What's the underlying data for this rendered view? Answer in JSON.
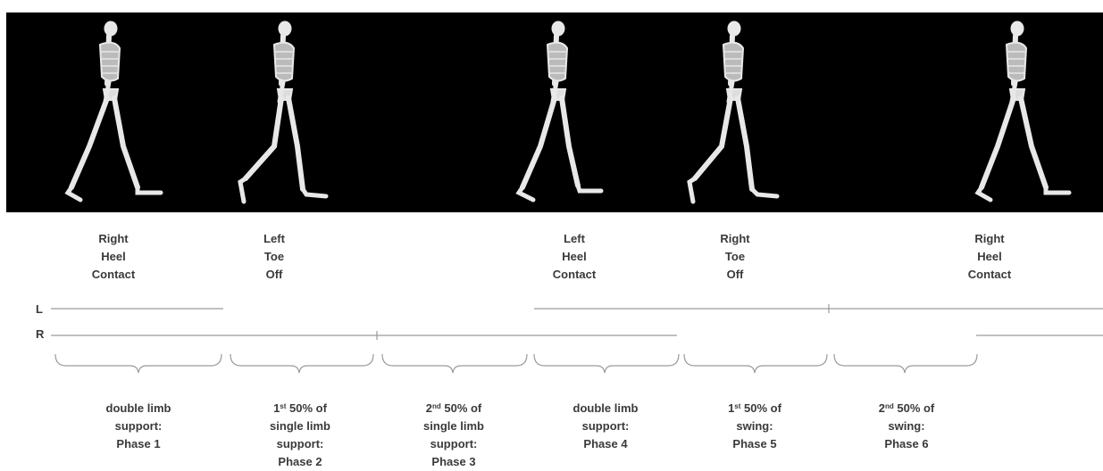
{
  "events": [
    {
      "lines": [
        "Right",
        "Heel",
        "Contact"
      ]
    },
    {
      "lines": [
        "Left",
        "Toe",
        "Off"
      ]
    },
    {
      "lines": [
        "Left",
        "Heel",
        "Contact"
      ]
    },
    {
      "lines": [
        "Right",
        "Toe",
        "Off"
      ]
    },
    {
      "lines": [
        "Right",
        "Heel",
        "Contact"
      ]
    }
  ],
  "limbs": {
    "left": "L",
    "right": "R"
  },
  "phases": [
    {
      "lines": [
        "double limb",
        "support:",
        "Phase 1"
      ]
    },
    {
      "ord": "1",
      "sup": "st",
      "rest": " 50% of",
      "lines": [
        "single limb",
        "support:",
        "Phase 2"
      ]
    },
    {
      "ord": "2",
      "sup": "nd",
      "rest": " 50% of",
      "lines": [
        "single limb",
        "support:",
        "Phase 3"
      ]
    },
    {
      "lines": [
        "double limb",
        "support:",
        "Phase 4"
      ]
    },
    {
      "ord": "1",
      "sup": "st",
      "rest": " 50% of",
      "lines": [
        "swing:",
        "Phase 5"
      ]
    },
    {
      "ord": "2",
      "sup": "nd",
      "rest": " 50% of",
      "lines": [
        "swing:",
        "Phase 6"
      ]
    }
  ],
  "colors": {
    "panel": "#000000",
    "bone": "#e8e8e8",
    "line": "#9a9a9a",
    "text": "#3a3a3a"
  }
}
